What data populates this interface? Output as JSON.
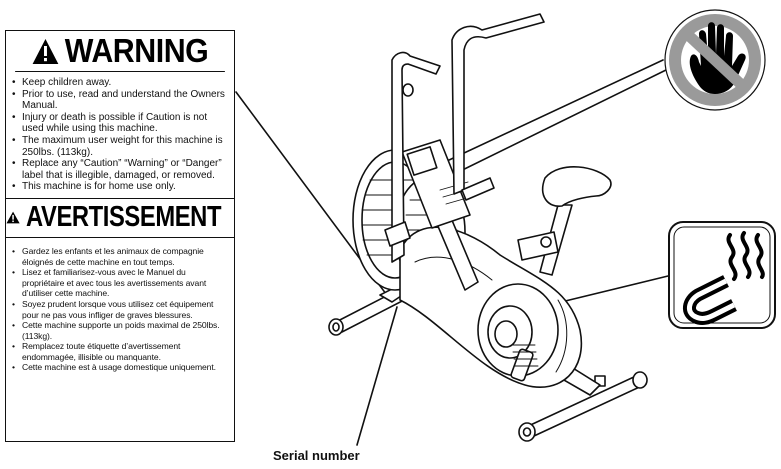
{
  "warning_label": {
    "title_en": "WARNING",
    "items_en": [
      "Keep children away.",
      "Prior to use, read and understand the Owners Manual.",
      "Injury or death is possible if Caution is not used while using this machine.",
      "The maximum user weight for this machine is 250lbs. (113kg).",
      "Replace any “Caution” “Warning” or “Danger” label that is illegible, damaged, or removed.",
      "This machine is for home use only."
    ],
    "title_fr": "AVERTISSEMENT",
    "items_fr": [
      "Gardez les enfants et les animaux de compagnie éloignés de cette machine en tout temps.",
      "Lisez et familiarisez-vous avec le Manuel du propriétaire et avec tous les avertissements avant d’utiliser cette machine.",
      "Soyez prudent lorsque vous utilisez cet équipement pour ne pas vous infliger de graves blessures.",
      "Cette machine supporte un poids maximal de 250lbs. (113kg).",
      "Remplacez toute étiquette d’avertissement endommagée, illisible ou manquante.",
      "Cette machine est à usage domestique uniquement."
    ]
  },
  "callouts": {
    "serial_number": "Serial number"
  },
  "icons": {
    "no_hand": "prohibited-hand-icon",
    "hot_surface": "hot-surface-icon",
    "warning": "warning-triangle-icon"
  },
  "colors": {
    "ink": "#111111",
    "background": "#ffffff",
    "icon_gray": "#9a9a9a"
  }
}
